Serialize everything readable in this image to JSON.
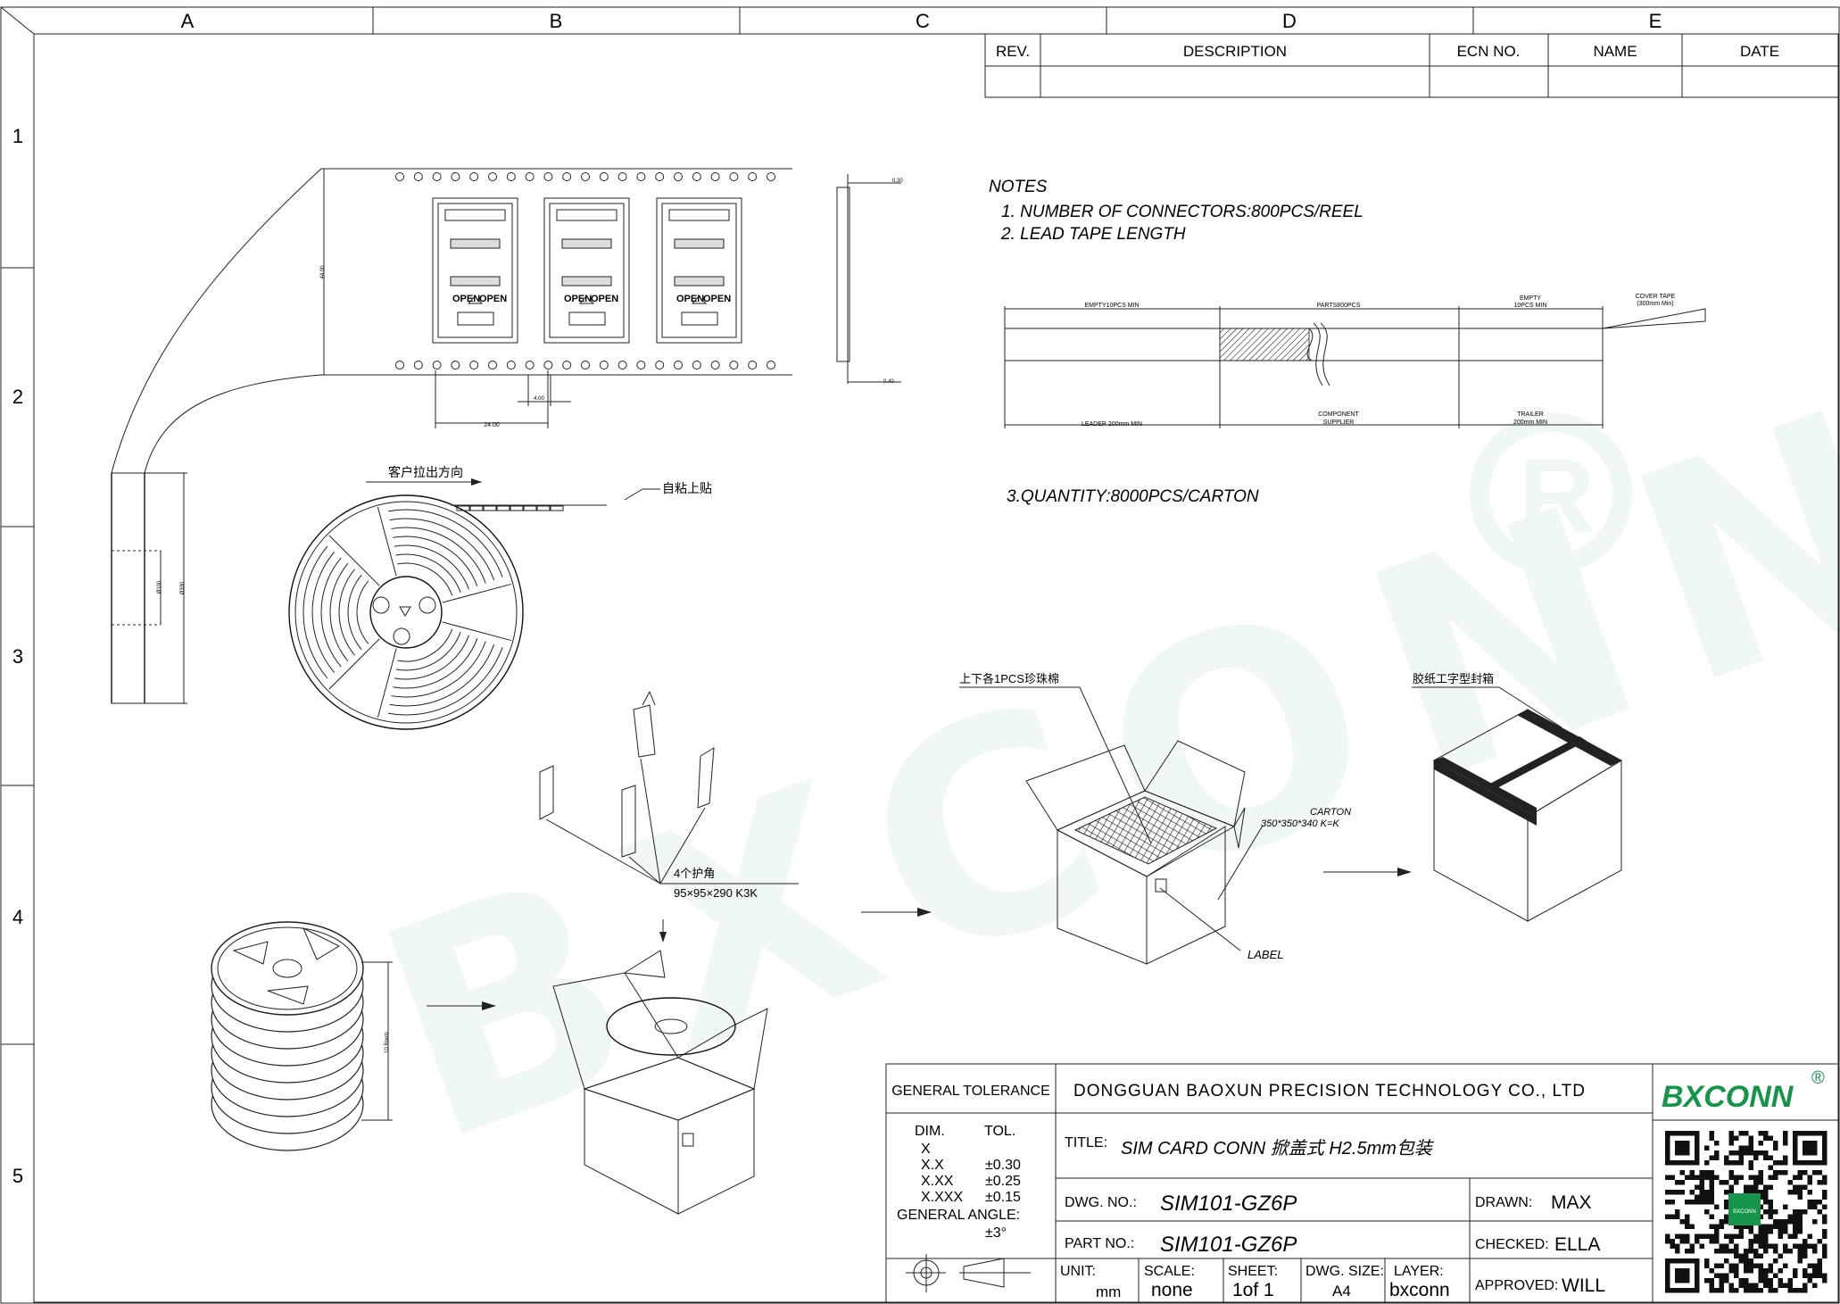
{
  "drawing": {
    "zone_columns": [
      "A",
      "B",
      "C",
      "D",
      "E"
    ],
    "zone_rows": [
      "1",
      "2",
      "3",
      "4",
      "5"
    ],
    "revision_table": {
      "headers": [
        "REV.",
        "DESCRIPTION",
        "ECN NO.",
        "NAME",
        "DATE"
      ]
    },
    "notes": {
      "heading": "NOTES",
      "line1": "1. NUMBER OF CONNECTORS:800PCS/REEL",
      "line2": "2. LEAD TAPE LENGTH",
      "line3": "3.QUANTITY:8000PCS/CARTON"
    },
    "lead_tape": {
      "empty_top": "EMPTY10PCS MIN",
      "parts": "PARTS800PCS",
      "empty_right_1": "EMPTY",
      "empty_right_2": "10PCS MIN",
      "cover_tape_1": "COVER TAPE",
      "cover_tape_2": "(300mm Min)",
      "leader": "LEADER 200mm MIN",
      "component_1": "COMPONENT",
      "component_2": "SUPPLIER",
      "trailer_1": "TRAILER",
      "trailer_2": "200mm MIN"
    },
    "tape_dims": {
      "pitch": "24.00",
      "hole_pitch": "4.00",
      "width": "44.00",
      "thickness_top": "0.30",
      "thickness_bottom": "0.40",
      "open_label": "OPEN"
    },
    "reel": {
      "pull_direction": "客户拉出方向",
      "self_adhesive": "自粘上贴",
      "hub_dim": "Ø100",
      "reel_dim": "Ø330"
    },
    "packing": {
      "corner_guard_1": "4个护角",
      "corner_guard_2": "95×95×290 K3K",
      "stack_height": "10 Reels",
      "foam": "上下各1PCS珍珠棉",
      "carton_1": "CARTON",
      "carton_2": "350*350*340 K=K",
      "label": "LABEL",
      "tape_seal": "胶纸工字型封箱"
    },
    "title_block": {
      "general_tolerance": "GENERAL TOLERANCE",
      "company": "DONGGUAN BAOXUN PRECISION TECHNOLOGY CO., LTD",
      "brand": "BXCONN",
      "registered": "®",
      "dim_label": "DIM.",
      "tol_label": "TOL.",
      "tol_rows": [
        {
          "dim": "X",
          "tol": ""
        },
        {
          "dim": "X.X",
          "tol": "±0.30"
        },
        {
          "dim": "X.XX",
          "tol": "±0.25"
        },
        {
          "dim": "X.XXX",
          "tol": "±0.15"
        }
      ],
      "general_angle": "GENERAL ANGLE:",
      "angle_value": "±3°",
      "title_label": "TITLE:",
      "title_value": "SIM CARD CONN 掀盖式 H2.5mm包装",
      "dwg_no_label": "DWG. NO.:",
      "dwg_no_value": "SIM101-GZ6P",
      "part_no_label": "PART NO.:",
      "part_no_value": "SIM101-GZ6P",
      "drawn_label": "DRAWN:",
      "drawn_value": "MAX",
      "checked_label": "CHECKED:",
      "checked_value": "ELLA",
      "approved_label": "APPROVED:",
      "approved_value": "WILL",
      "unit_label": "UNIT:",
      "unit_value": "mm",
      "scale_label": "SCALE:",
      "scale_value": "none",
      "sheet_label": "SHEET:",
      "sheet_value": "1of 1",
      "size_label": "DWG. SIZE:",
      "size_value": "A4",
      "layer_label": "LAYER:",
      "layer_value": "bxconn",
      "qr_center": "BXCONN"
    },
    "watermark": "BXCONN",
    "watermark_mark": "®"
  }
}
